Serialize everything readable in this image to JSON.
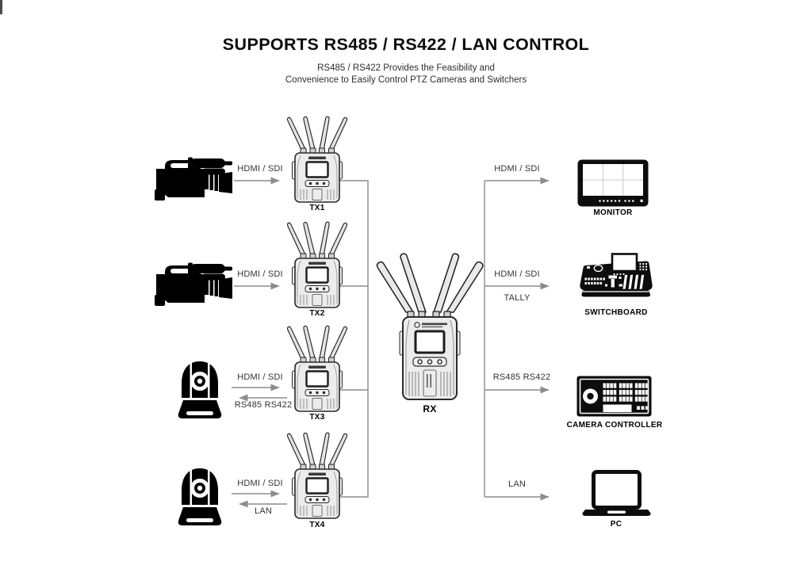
{
  "page": {
    "title": "SUPPORTS RS485 / RS422 / LAN CONTROL",
    "subtitle_line1": "RS485 / RS422 Provides the Feasibility and",
    "subtitle_line2": "Convenience to Easily Control PTZ Cameras and Switchers"
  },
  "colors": {
    "background": "#ffffff",
    "ink": "#000000",
    "device_body": "#ececec",
    "device_outline": "#2a2a2a",
    "wire": "#8c8c8c",
    "link_text": "#333333"
  },
  "transmitters": [
    {
      "label": "TX1",
      "source_icon": "camcorder-icon",
      "links": [
        {
          "text": "HDMI / SDI",
          "direction": "to-tx"
        }
      ]
    },
    {
      "label": "TX2",
      "source_icon": "camcorder-icon",
      "links": [
        {
          "text": "HDMI / SDI",
          "direction": "to-tx"
        }
      ]
    },
    {
      "label": "TX3",
      "source_icon": "ptz-camera-icon",
      "links": [
        {
          "text": "HDMI / SDI",
          "direction": "to-tx"
        },
        {
          "text": "RS485 RS422",
          "direction": "to-camera"
        }
      ]
    },
    {
      "label": "TX4",
      "source_icon": "ptz-camera-icon",
      "links": [
        {
          "text": "HDMI / SDI",
          "direction": "to-tx"
        },
        {
          "text": "LAN",
          "direction": "to-camera"
        }
      ]
    }
  ],
  "receiver": {
    "label": "RX"
  },
  "outputs": [
    {
      "label": "MONITOR",
      "icon": "monitor-icon",
      "links": [
        "HDMI / SDI"
      ]
    },
    {
      "label": "SWITCHBOARD",
      "icon": "switchboard-icon",
      "links": [
        "HDMI / SDI",
        "TALLY"
      ]
    },
    {
      "label": "CAMERA CONTROLLER",
      "icon": "camera-controller-icon",
      "links": [
        "RS485 RS422"
      ]
    },
    {
      "label": "PC",
      "icon": "laptop-icon",
      "links": [
        "LAN"
      ]
    }
  ]
}
